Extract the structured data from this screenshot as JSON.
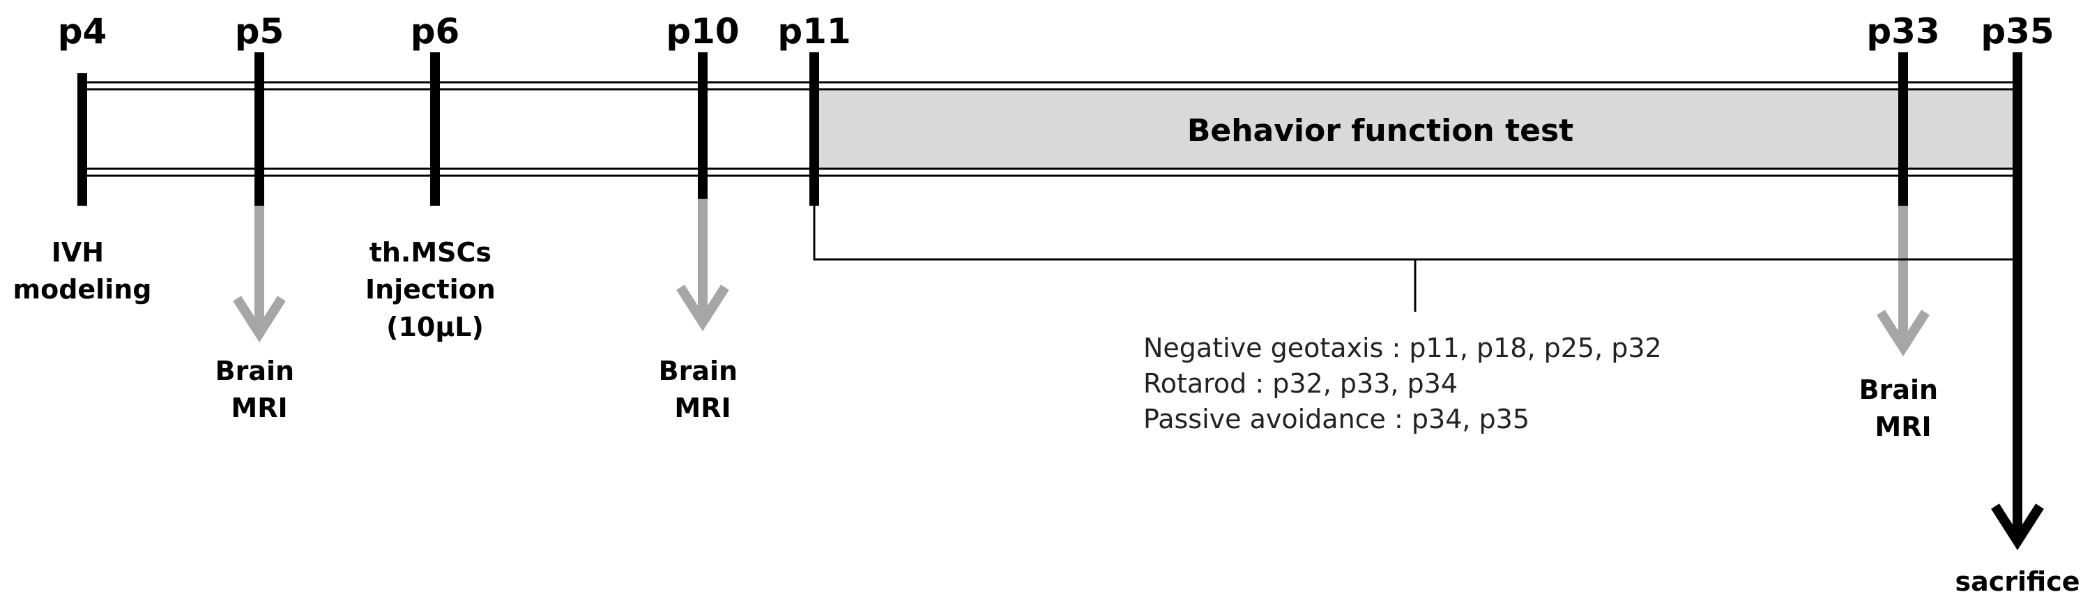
{
  "colors": {
    "line": "#000000",
    "mri_arrow": "#a6a6a6",
    "behavior_band": "#d9d9d9"
  },
  "days": [
    {
      "label": "p4"
    },
    {
      "label": "p5"
    },
    {
      "label": "p6"
    },
    {
      "label": "p10"
    },
    {
      "label": "p11"
    },
    {
      "label": "p33"
    },
    {
      "label": "p35"
    }
  ],
  "events": {
    "ivh": [
      "IVH",
      "modeling"
    ],
    "injection": [
      "th.MSCs",
      "Injection",
      "(10μL)"
    ],
    "mri_p5": [
      "Brain",
      "MRI"
    ],
    "mri_p10": [
      "Brain",
      "MRI"
    ],
    "mri_p33": [
      "Brain",
      "MRI"
    ],
    "sacrifice": "sacrifice"
  },
  "behavior": {
    "title": "Behavior function test",
    "schedule": [
      "Negative geotaxis : p11, p18, p25, p32",
      "Rotarod : p32, p33, p34",
      "Passive avoidance : p34, p35"
    ]
  }
}
